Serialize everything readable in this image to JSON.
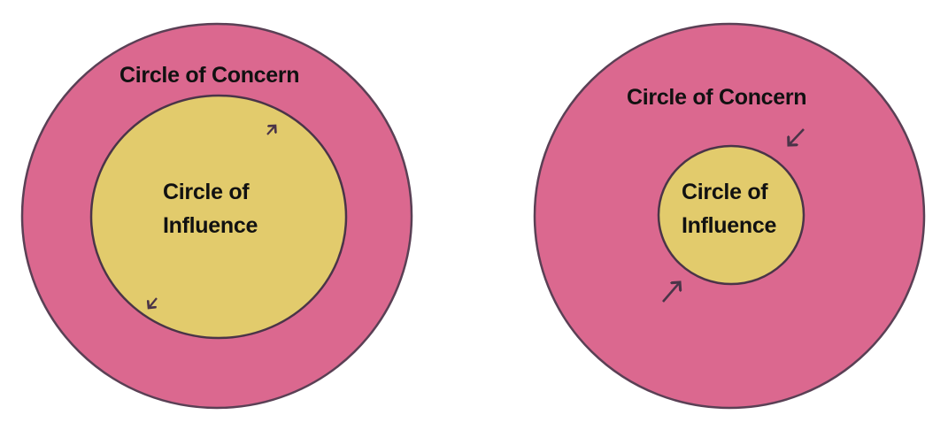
{
  "colors": {
    "background": "#ffffff",
    "concern_fill": "#db688f",
    "influence_fill": "#e2cb6c",
    "outline": "#5a4055",
    "arrow": "#4a3448",
    "text": "#111111"
  },
  "diagrams": [
    {
      "name": "expanding-influence",
      "concern_label": "Circle of Concern",
      "influence_label_line1": "Circle of",
      "influence_label_line2": "Influence",
      "arrows": "outward"
    },
    {
      "name": "shrinking-influence",
      "concern_label": "Circle of Concern",
      "influence_label_line1": "Circle of",
      "influence_label_line2": "Influence",
      "arrows": "inward"
    }
  ]
}
